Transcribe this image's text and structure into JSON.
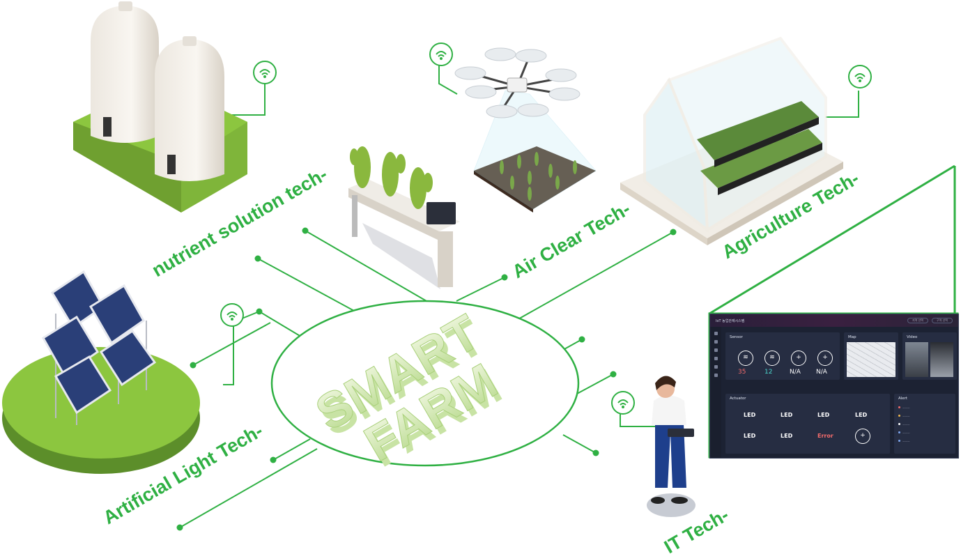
{
  "labels": {
    "nutrient": "nutrient solution tech-",
    "air": "Air Clear Tech-",
    "agri": "Agriculture Tech-",
    "light": "Artificial Light Tech-",
    "it": "IT Tech-"
  },
  "center": {
    "line1": "SMART",
    "line2": "FARM"
  },
  "colors": {
    "accent": "#2fb043",
    "grass": "#8cc63f",
    "dashboard_bg": "#1c2233"
  },
  "icons": [
    "wifi-icon",
    "silo-icon",
    "hydroponic-icon",
    "drone-icon",
    "greenhouse-icon",
    "solar-panel-icon",
    "farmer-icon"
  ],
  "dashboard": {
    "title": "IoT 농업관제시스템",
    "selects": [
      "지역 선택",
      "구역 선택"
    ],
    "sensor": {
      "title": "Sensor",
      "values": [
        "35",
        "12",
        "N/A",
        "N/A"
      ]
    },
    "map": {
      "title": "Map"
    },
    "video": {
      "title": "Video"
    },
    "actuator": {
      "title": "Actuator",
      "items": [
        "LED",
        "LED",
        "LED",
        "LED",
        "LED",
        "LED",
        "Error"
      ]
    },
    "alert": {
      "title": "Alert"
    }
  }
}
